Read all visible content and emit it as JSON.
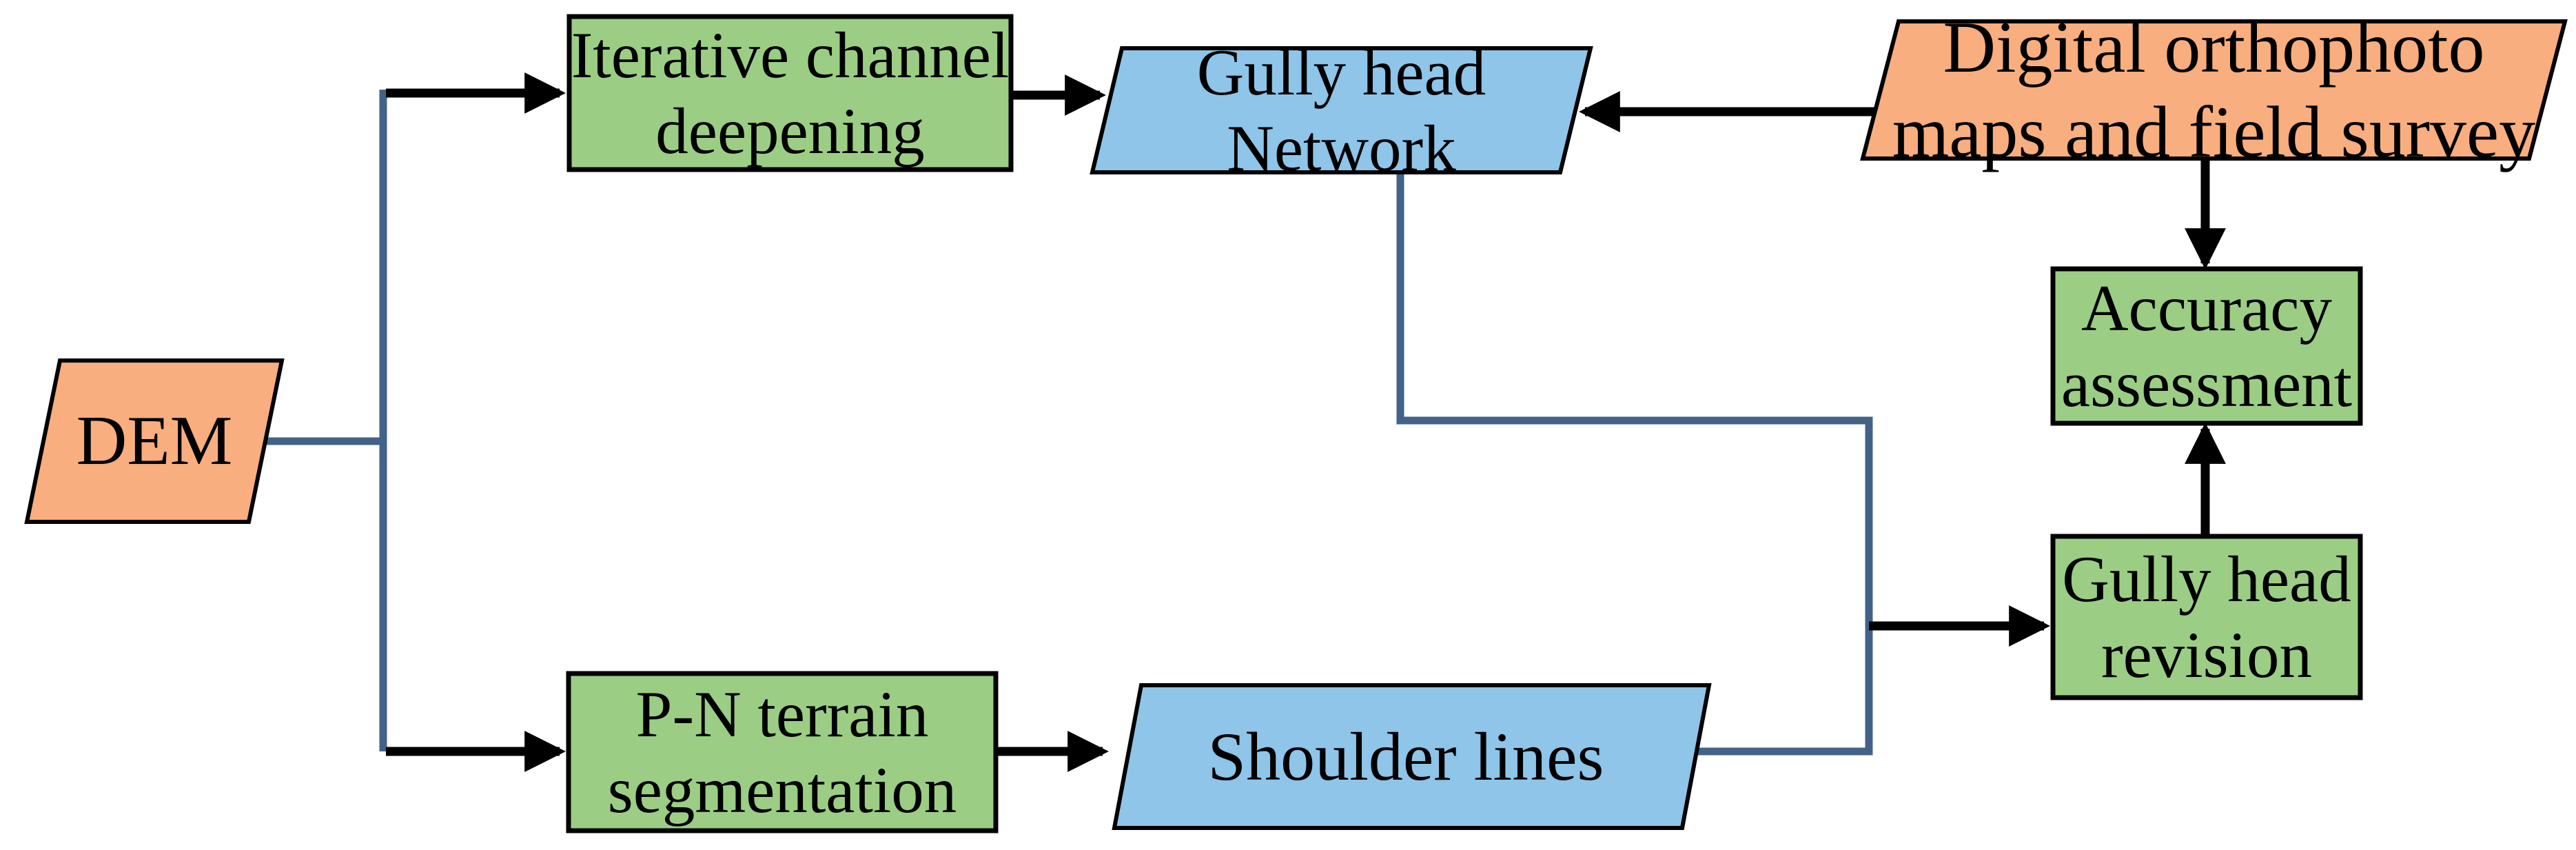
{
  "diagram": {
    "nodes": {
      "dem": {
        "line1": "DEM",
        "line2": ""
      },
      "iterative": {
        "line1": "Iterative channel",
        "line2": "deepening"
      },
      "network": {
        "line1": "Gully head",
        "line2": "Network"
      },
      "orthophoto": {
        "line1": "Digital orthophoto",
        "line2": "maps and field survey"
      },
      "accuracy": {
        "line1": "Accuracy",
        "line2": "assessment"
      },
      "revision": {
        "line1": "Gully head",
        "line2": "revision"
      },
      "pn": {
        "line1": "P-N terrain",
        "line2": "segmentation"
      },
      "shoulder": {
        "line1": "Shoulder lines",
        "line2": ""
      }
    },
    "colors": {
      "process_fill": "#9bce84",
      "io_fill": "#f8ae7e",
      "result_fill": "#8ec5e8",
      "outline": "#000000",
      "connector": "#426288",
      "arrow": "#000000"
    }
  }
}
